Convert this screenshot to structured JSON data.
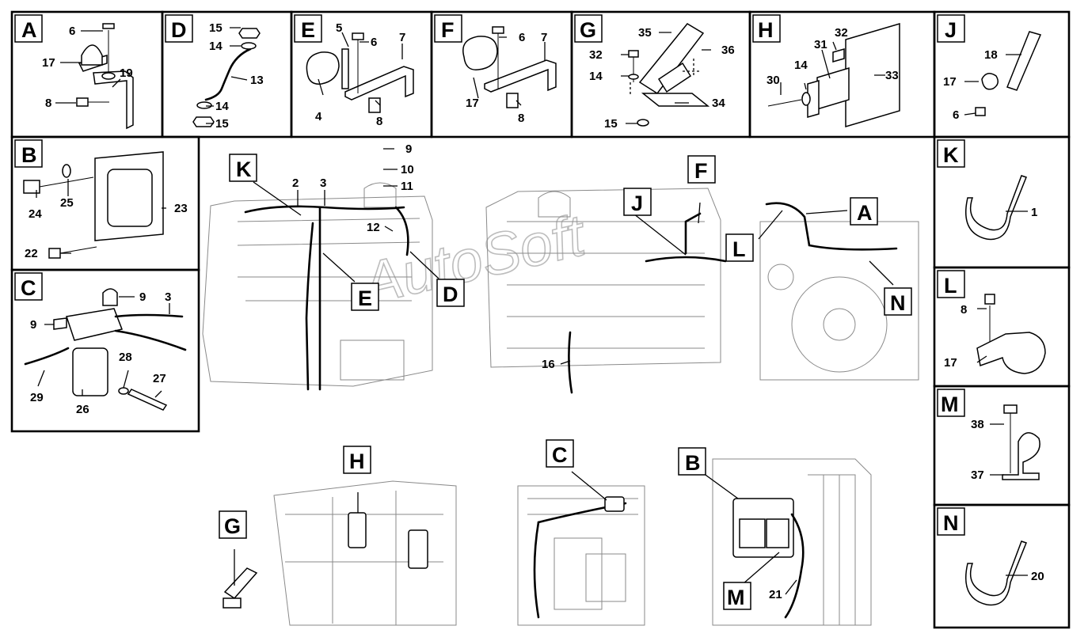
{
  "panel_tags": [
    "A",
    "B",
    "C",
    "D",
    "E",
    "F",
    "G",
    "H",
    "J",
    "K",
    "L",
    "M",
    "N"
  ],
  "callout_tags": {
    "engine": [
      "K",
      "E",
      "D",
      "J",
      "F",
      "A",
      "L",
      "N"
    ],
    "cab": [
      "H",
      "G",
      "C",
      "B",
      "M"
    ]
  },
  "part_numbers": {
    "panel_a": [
      "6",
      "17",
      "19",
      "8"
    ],
    "panel_d": [
      "15",
      "14",
      "13",
      "14",
      "15"
    ],
    "panel_e": [
      "5",
      "6",
      "7",
      "4",
      "8"
    ],
    "panel_f": [
      "6",
      "7",
      "17",
      "8"
    ],
    "panel_g": [
      "35",
      "32",
      "36",
      "14",
      "34",
      "15"
    ],
    "panel_h": [
      "32",
      "31",
      "14",
      "30",
      "33"
    ],
    "panel_j": [
      "18",
      "17",
      "6"
    ],
    "panel_b": [
      "24",
      "25",
      "23",
      "22"
    ],
    "panel_c": [
      "9",
      "3",
      "9",
      "28",
      "27",
      "29",
      "26"
    ],
    "panel_k": [
      "1"
    ],
    "panel_l": [
      "8",
      "17"
    ],
    "panel_m": [
      "38",
      "37"
    ],
    "panel_n": [
      "20"
    ],
    "engine": [
      "9",
      "10",
      "11",
      "2",
      "3",
      "12",
      "16"
    ],
    "cab": [
      "21"
    ]
  },
  "watermark": "AutoSoft"
}
